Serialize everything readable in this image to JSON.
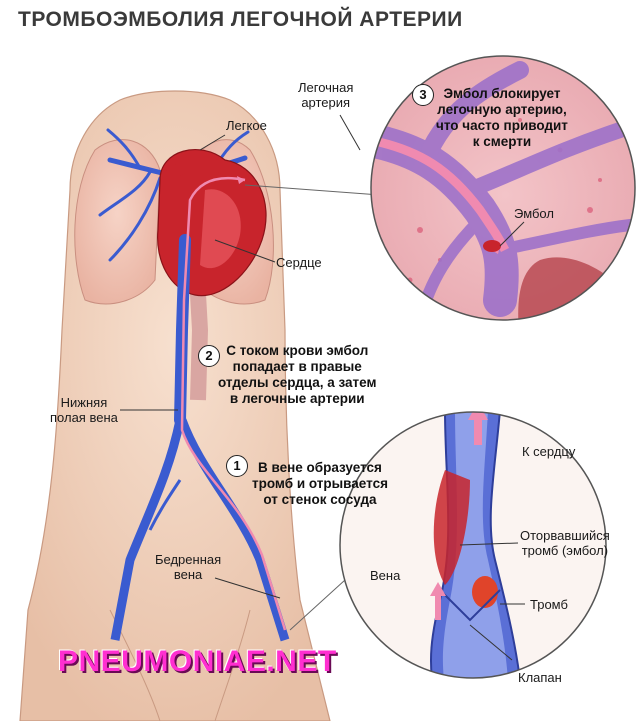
{
  "title": "ТРОМБОЭМБОЛИЯ ЛЕГОЧНОЙ АРТЕРИИ",
  "labels": {
    "lung": "Легкое",
    "heart": "Сердце",
    "pulmonary_artery": [
      "Легочная",
      "артерия"
    ],
    "embolus": "Эмбол",
    "inferior_vena_cava": [
      "Нижняя",
      "полая вена"
    ],
    "femoral_vein": [
      "Бедренная",
      "вена"
    ],
    "to_heart": "К сердцу",
    "vein": "Вена",
    "detached_thrombus": [
      "Оторвавшийся",
      "тромб (эмбол)"
    ],
    "thrombus": "Тромб",
    "valve": "Клапан"
  },
  "steps": [
    {
      "number": "1",
      "lines": [
        "В вене образуется",
        "тромб и отрывается",
        "от стенок сосуда"
      ]
    },
    {
      "number": "2",
      "lines": [
        "С током крови эмбол",
        "попадает в правые",
        "отделы сердца, а затем",
        "в легочные артерии"
      ]
    },
    {
      "number": "3",
      "lines": [
        "Эмбол блокирует",
        "легочную артерию,",
        "что часто приводит",
        "к смерти"
      ]
    }
  ],
  "brand": "PNEUMONIAE.NET",
  "colors": {
    "vein_blue": "#3a5bd0",
    "artery_red": "#c8242c",
    "flow_pink": "#f08ab0",
    "lung_tissue": "#f2c9b8",
    "skin": "#f1d2bd",
    "brand_magenta": "#ff2fd0"
  }
}
